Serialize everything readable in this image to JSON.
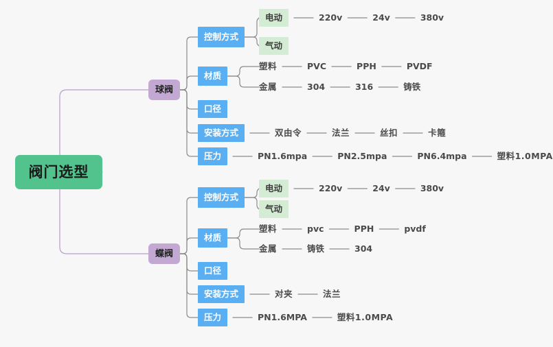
{
  "meta": {
    "background": "#f7f7f7",
    "colors": {
      "root": "#52c38d",
      "level1": "#c3a8d4",
      "level2": "#5aaef2",
      "level3": "#d5ecd4",
      "wire_root": "#b79cc9",
      "wire_gray": "#8a8a8a",
      "text_dark": "#4a4a4a"
    }
  },
  "mindmap": {
    "root": {
      "label": "阀门选型"
    },
    "branches": [
      {
        "label": "球阀",
        "children": [
          {
            "label": "控制方式",
            "children": [
              {
                "label": "电动",
                "boxed": true,
                "children": [
                  {
                    "label": "220v"
                  },
                  {
                    "label": "24v"
                  },
                  {
                    "label": "380v"
                  }
                ]
              },
              {
                "label": "气动",
                "boxed": true,
                "children": []
              }
            ]
          },
          {
            "label": "材质",
            "children": [
              {
                "label": "塑料",
                "boxed": false,
                "children": [
                  {
                    "label": "PVC"
                  },
                  {
                    "label": "PPH"
                  },
                  {
                    "label": "PVDF"
                  }
                ]
              },
              {
                "label": "金属",
                "boxed": false,
                "children": [
                  {
                    "label": "304"
                  },
                  {
                    "label": "316"
                  },
                  {
                    "label": "铸铁"
                  }
                ]
              }
            ]
          },
          {
            "label": "口径",
            "children": []
          },
          {
            "label": "安装方式",
            "inline": [
              {
                "label": "双由令"
              },
              {
                "label": "法兰"
              },
              {
                "label": "丝扣"
              },
              {
                "label": "卡箍"
              }
            ]
          },
          {
            "label": "压力",
            "inline": [
              {
                "label": "PN1.6mpa"
              },
              {
                "label": "PN2.5mpa"
              },
              {
                "label": "PN6.4mpa"
              },
              {
                "label": "塑料1.0MPA"
              }
            ]
          }
        ]
      },
      {
        "label": "蝶阀",
        "children": [
          {
            "label": "控制方式",
            "children": [
              {
                "label": "电动",
                "boxed": true,
                "children": [
                  {
                    "label": "220v"
                  },
                  {
                    "label": "24v"
                  },
                  {
                    "label": "380v"
                  }
                ]
              },
              {
                "label": "气动",
                "boxed": true,
                "children": []
              }
            ]
          },
          {
            "label": "材质",
            "children": [
              {
                "label": "塑料",
                "boxed": false,
                "children": [
                  {
                    "label": "pvc"
                  },
                  {
                    "label": "PPH"
                  },
                  {
                    "label": "pvdf"
                  }
                ]
              },
              {
                "label": "金属",
                "boxed": false,
                "children": [
                  {
                    "label": "铸铁"
                  },
                  {
                    "label": "304"
                  }
                ]
              }
            ]
          },
          {
            "label": "口径",
            "children": []
          },
          {
            "label": "安装方式",
            "inline": [
              {
                "label": "对夹"
              },
              {
                "label": "法兰"
              }
            ]
          },
          {
            "label": "压力",
            "inline": [
              {
                "label": "PN1.6MPA"
              },
              {
                "label": "塑料1.0MPA"
              }
            ]
          }
        ]
      }
    ]
  }
}
